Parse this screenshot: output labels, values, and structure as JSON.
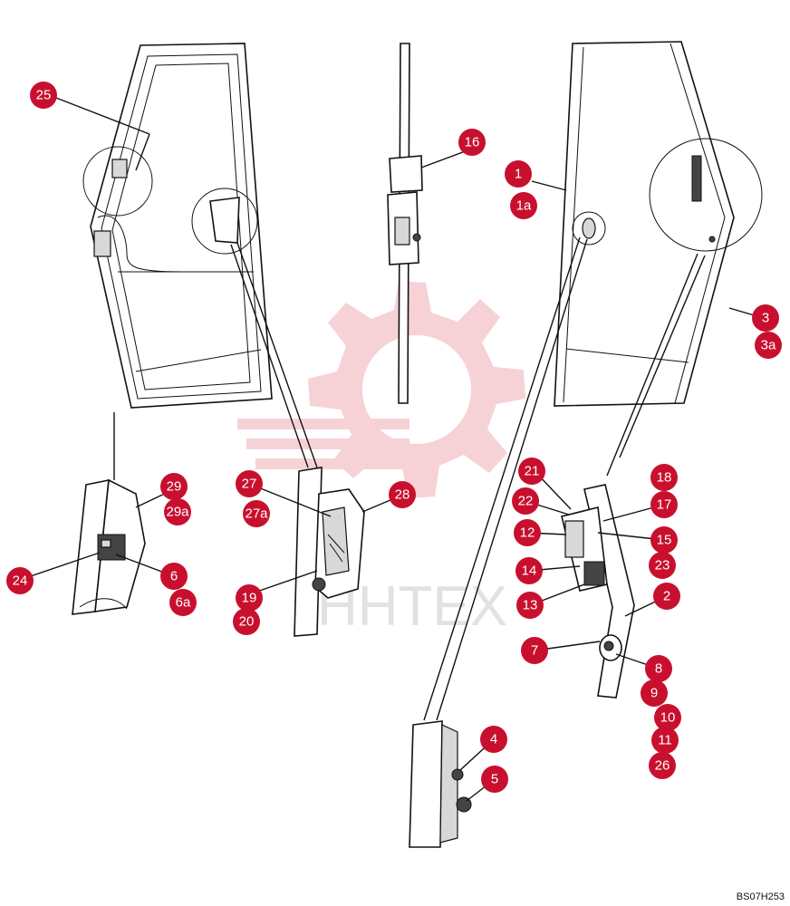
{
  "drawing_code": "BS07H253",
  "watermark": {
    "text": "HHTEX",
    "color": "#f4c4c9"
  },
  "callout_color": "#c8102e",
  "callouts": [
    {
      "id": "1"
    },
    {
      "id": "1a"
    },
    {
      "id": "2"
    },
    {
      "id": "3"
    },
    {
      "id": "3a"
    },
    {
      "id": "4"
    },
    {
      "id": "5"
    },
    {
      "id": "6"
    },
    {
      "id": "6a"
    },
    {
      "id": "7"
    },
    {
      "id": "8"
    },
    {
      "id": "9"
    },
    {
      "id": "10"
    },
    {
      "id": "11"
    },
    {
      "id": "12"
    },
    {
      "id": "13"
    },
    {
      "id": "14"
    },
    {
      "id": "15"
    },
    {
      "id": "16"
    },
    {
      "id": "17"
    },
    {
      "id": "18"
    },
    {
      "id": "19"
    },
    {
      "id": "20"
    },
    {
      "id": "21"
    },
    {
      "id": "22"
    },
    {
      "id": "23"
    },
    {
      "id": "24"
    },
    {
      "id": "25"
    },
    {
      "id": "26"
    },
    {
      "id": "27"
    },
    {
      "id": "27a"
    },
    {
      "id": "28"
    },
    {
      "id": "29"
    },
    {
      "id": "29a"
    }
  ]
}
